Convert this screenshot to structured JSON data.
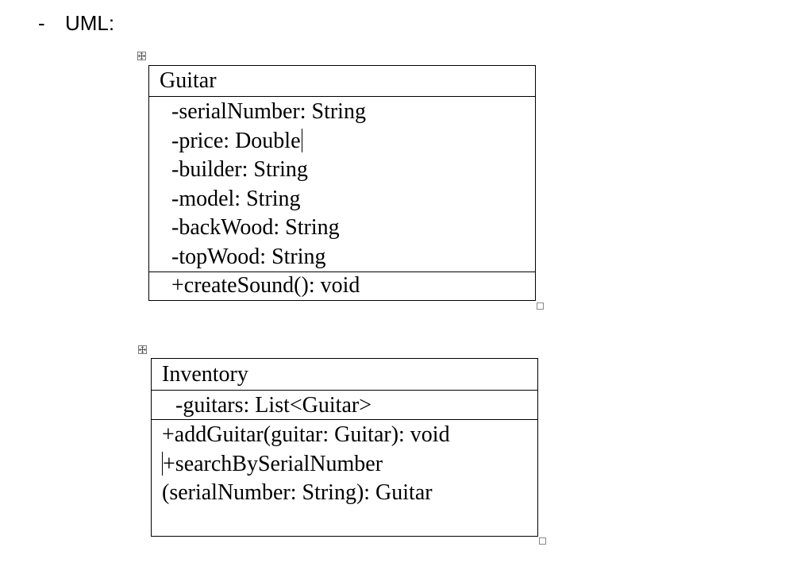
{
  "bullet": {
    "dash": "-",
    "label": "UML:"
  },
  "classes": [
    {
      "name": "Guitar",
      "attributes": [
        "-serialNumber: String",
        "-price: Double",
        "-builder: String",
        "-model: String",
        "-backWood: String",
        "-topWood: String"
      ],
      "methods": [
        "+createSound(): void"
      ]
    },
    {
      "name": "Inventory",
      "attributes": [
        "-guitars: List<Guitar>"
      ],
      "methods": [
        "+addGuitar(guitar: Guitar): void",
        "+searchBySerialNumber",
        "(serialNumber: String): Guitar"
      ]
    }
  ],
  "icons": {
    "table_move_handle": "move-cross-icon",
    "table_resize_handle": "resize-square-icon"
  }
}
